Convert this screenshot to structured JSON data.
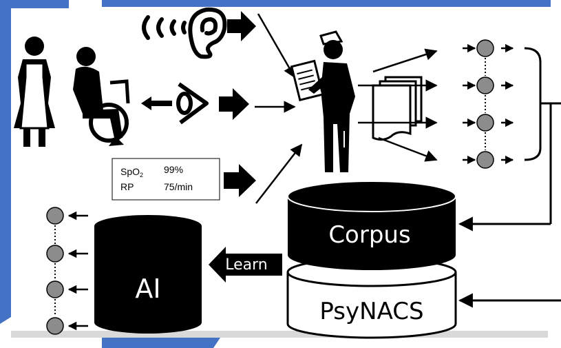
{
  "colors": {
    "accent": "#4472c4",
    "ink": "#000000",
    "node_fill": "#8c8c8c",
    "background": "#ffffff"
  },
  "vitals": {
    "spo2_label": "SpO",
    "spo2_sub": "2",
    "spo2_value": "99%",
    "rp_label": "RP",
    "rp_value": "75/min"
  },
  "corpus_label": "Corpus",
  "psynacs_label": "PsyNACS",
  "ai_label": "AI",
  "learn_label": "Learn",
  "icons": [
    "caregiver-icon",
    "wheelchair-patient-icon",
    "sound-waves-icon",
    "ear-icon",
    "eye-icon",
    "nurse-with-clipboard-icon",
    "documents-icon",
    "database-icon"
  ]
}
